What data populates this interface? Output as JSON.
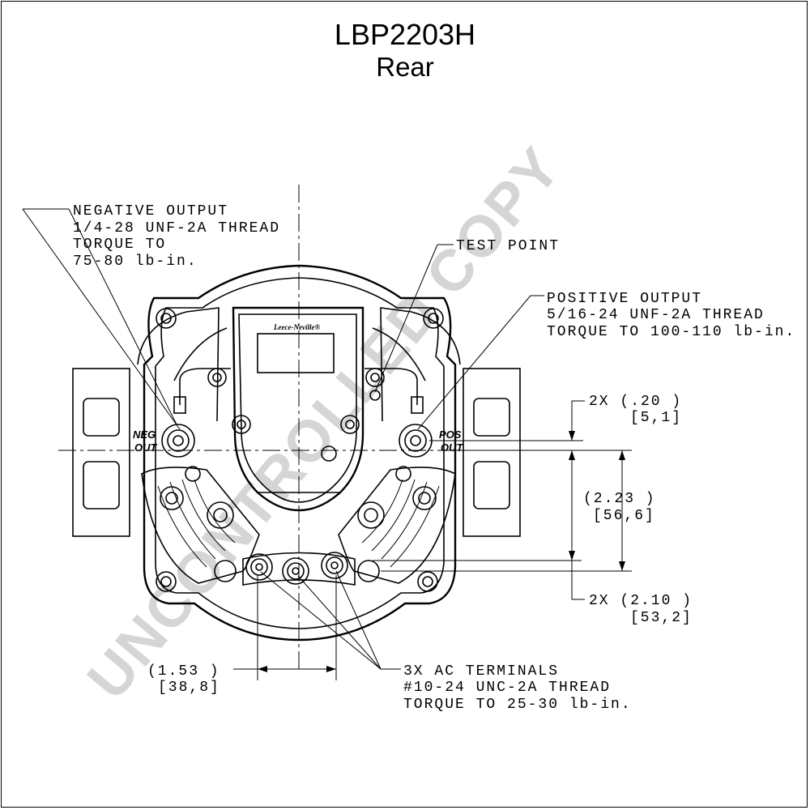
{
  "title": "LBP2203H",
  "subtitle": "Rear",
  "watermark": "UNCONTROLLED COPY",
  "logo_text": "Leece-Neville®",
  "terminal_labels": {
    "neg": [
      "NEG",
      "OUT"
    ],
    "pos": [
      "POS",
      "OUT"
    ]
  },
  "callouts": {
    "negative_output": [
      "NEGATIVE OUTPUT",
      "1/4-28 UNF-2A THREAD",
      "TORQUE TO",
      "75-80 lb-in."
    ],
    "test_point": [
      "TEST POINT"
    ],
    "positive_output": [
      "POSITIVE OUTPUT",
      "5/16-24 UNF-2A THREAD",
      "TORQUE TO 100-110 lb-in."
    ],
    "ac_terminals": [
      "3X AC TERMINALS",
      "#10-24 UNC-2A THREAD",
      "TORQUE TO 25-30 lb-in."
    ]
  },
  "dimensions": {
    "top_offset": [
      "2X (.20  )",
      "[5,1]"
    ],
    "height": [
      "(2.23  )",
      "[56,6]"
    ],
    "bottom_offset": [
      "2X (2.10  )",
      "[53,2]"
    ],
    "ac_spacing": [
      "(1.53  )",
      "[38,8]"
    ]
  },
  "colors": {
    "line": "#000000",
    "watermark": "#c8c8c8"
  }
}
